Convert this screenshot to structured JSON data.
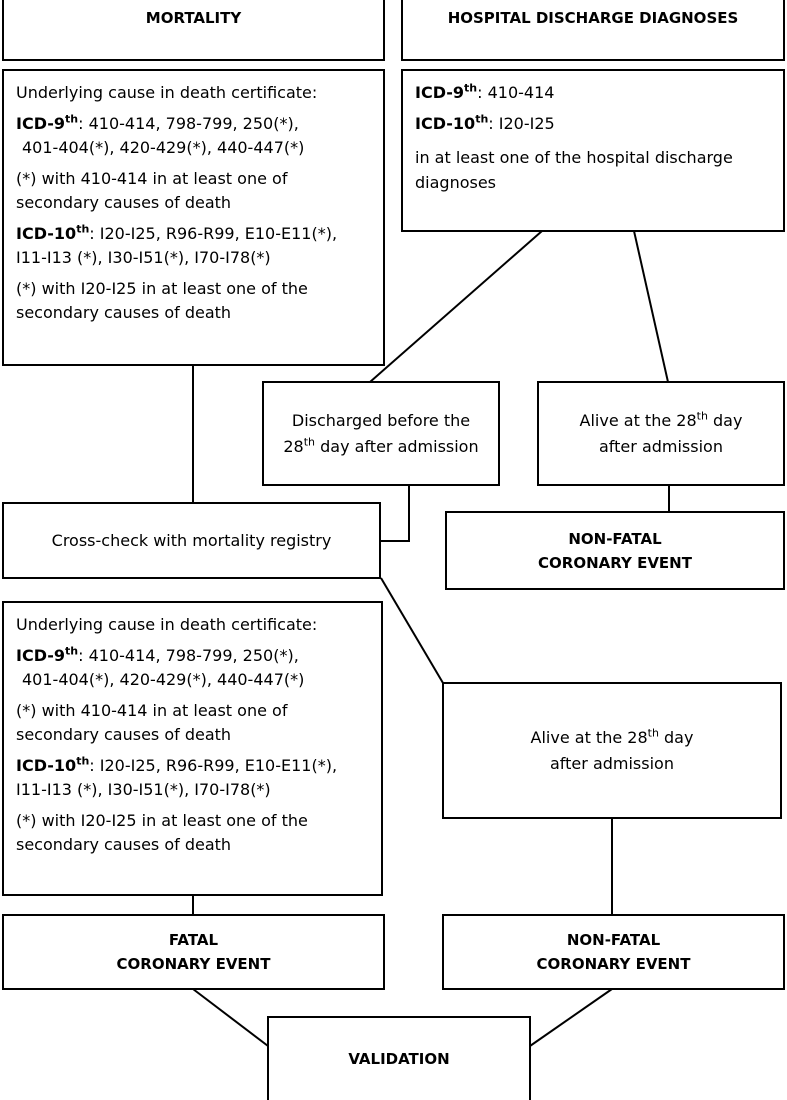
{
  "mortality": {
    "header": "MORTALITY",
    "underlying": "Underlying cause in death certificate:",
    "icd9_label": "ICD-9",
    "icd9_sup": "th",
    "icd9_codes_1": ": 410-414, 798-799, 250(*),",
    "icd9_codes_2": "401-404(*), 420-429(*), 440-447(*)",
    "note1_1": "(*) with 410-414 in at least one of",
    "note1_2": "secondary causes of death",
    "icd10_label": "ICD-10",
    "icd10_sup": "th",
    "icd10_codes_1": ": I20-I25, R96-R99, E10-E11(*),",
    "icd10_codes_2": "I11-I13 (*), I30-I51(*), I70-I78(*)",
    "note2_1": "(*) with I20-I25 in at least one of the",
    "note2_2": "secondary causes of death"
  },
  "hospital": {
    "header": "HOSPITAL DISCHARGE DIAGNOSES",
    "icd9_label": "ICD-9",
    "icd9_sup": "th",
    "icd9_codes": ": 410-414",
    "icd10_label": "ICD-10",
    "icd10_sup": "th",
    "icd10_codes": ": I20-I25",
    "note_1": "in at least one of the hospital discharge",
    "note_2": "diagnoses"
  },
  "discharged": {
    "line1": "Discharged before the",
    "line2_num": "28",
    "line2_sup": "th",
    "line2_rest": " day after admission"
  },
  "alive_top": {
    "line1_pre": "Alive at the 28",
    "line1_sup": "th",
    "line1_post": " day",
    "line2": "after admission"
  },
  "crosscheck": {
    "label": "Cross-check with mortality registry"
  },
  "nonfatal_top": {
    "line1": "NON-FATAL",
    "line2": "CORONARY EVENT"
  },
  "mortality2": {
    "underlying": "Underlying cause in death certificate:",
    "icd9_label": "ICD-9",
    "icd9_sup": "th",
    "icd9_codes_1": ": 410-414, 798-799, 250(*),",
    "icd9_codes_2": "401-404(*), 420-429(*), 440-447(*)",
    "note1_1": "(*) with 410-414 in at least one of",
    "note1_2": "secondary causes of death",
    "icd10_label": "ICD-10",
    "icd10_sup": "th",
    "icd10_codes_1": ": I20-I25, R96-R99, E10-E11(*),",
    "icd10_codes_2": "I11-I13 (*), I30-I51(*), I70-I78(*)",
    "note2_1": "(*) with I20-I25 in at least one of the",
    "note2_2": "secondary causes of death"
  },
  "alive_bottom": {
    "line1_pre": "Alive at the 28",
    "line1_sup": "th",
    "line1_post": " day",
    "line2": "after admission"
  },
  "fatal": {
    "line1": "FATAL",
    "line2": "CORONARY EVENT"
  },
  "nonfatal_bottom": {
    "line1": "NON-FATAL",
    "line2": "CORONARY EVENT"
  },
  "validation": {
    "label": "VALIDATION"
  }
}
